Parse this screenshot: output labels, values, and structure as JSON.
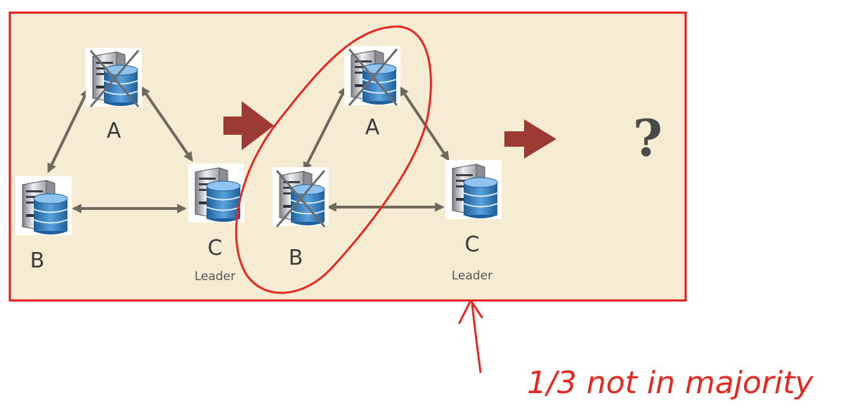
{
  "left_cluster": {
    "node_a": {
      "label": "A",
      "failed": true
    },
    "node_b": {
      "label": "B",
      "failed": false
    },
    "node_c": {
      "label": "C",
      "role": "Leader",
      "failed": false
    }
  },
  "right_cluster": {
    "node_a": {
      "label": "A",
      "failed": true
    },
    "node_b": {
      "label": "B",
      "failed": true
    },
    "node_c": {
      "label": "C",
      "role": "Leader",
      "failed": false
    }
  },
  "outcome": {
    "symbol": "?"
  },
  "annotation": {
    "text": "1/3 not in majority"
  },
  "colors": {
    "panel_fill": "#f6ecd3",
    "panel_border": "#e11b1b",
    "link": "#6f6a5c",
    "flow_arrow": "#9b3b34",
    "ink": "#e8271f"
  }
}
